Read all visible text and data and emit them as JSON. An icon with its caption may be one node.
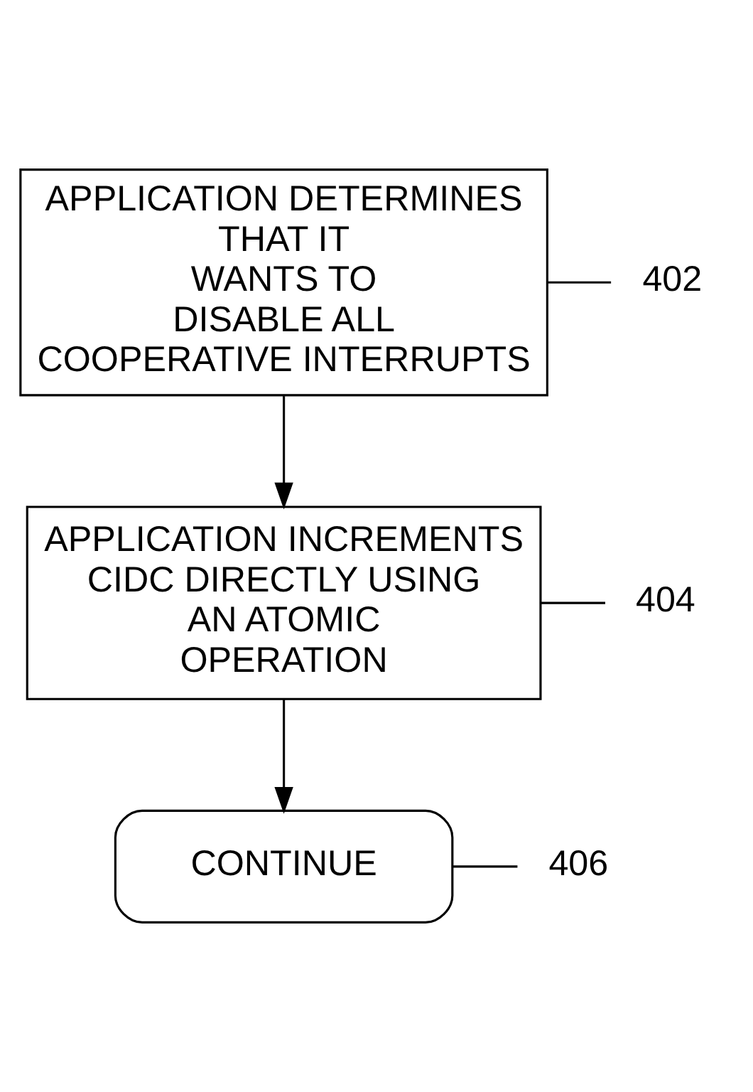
{
  "diagram": {
    "nodes": [
      {
        "text": [
          "APPLICATION DETERMINES THAT IT WANTS TO DISABLE ALL COOPERATIVE INTERRUPTS"
        ]
      },
      {
        "text": [
          "APPLICATION INCREMENTS CIDC DIRECTLY USING AN ATOMIC OPERATION"
        ]
      },
      {
        "text": [
          "CONTINUE"
        ]
      },
      {
        "text": [
          "402"
        ]
      },
      {
        "text": [
          "404"
        ]
      },
      {
        "text": [
          "406"
        ]
      }
    ],
    "edges": [
      {
        "from": 0,
        "to": 1,
        "arrow": "to"
      },
      {
        "from": 1,
        "to": 2,
        "arrow": "to"
      },
      {
        "from": 3,
        "to": 0,
        "arrow": "none"
      },
      {
        "from": 4,
        "to": 1,
        "arrow": "none"
      },
      {
        "from": 5,
        "to": 2,
        "arrow": "none"
      }
    ]
  }
}
